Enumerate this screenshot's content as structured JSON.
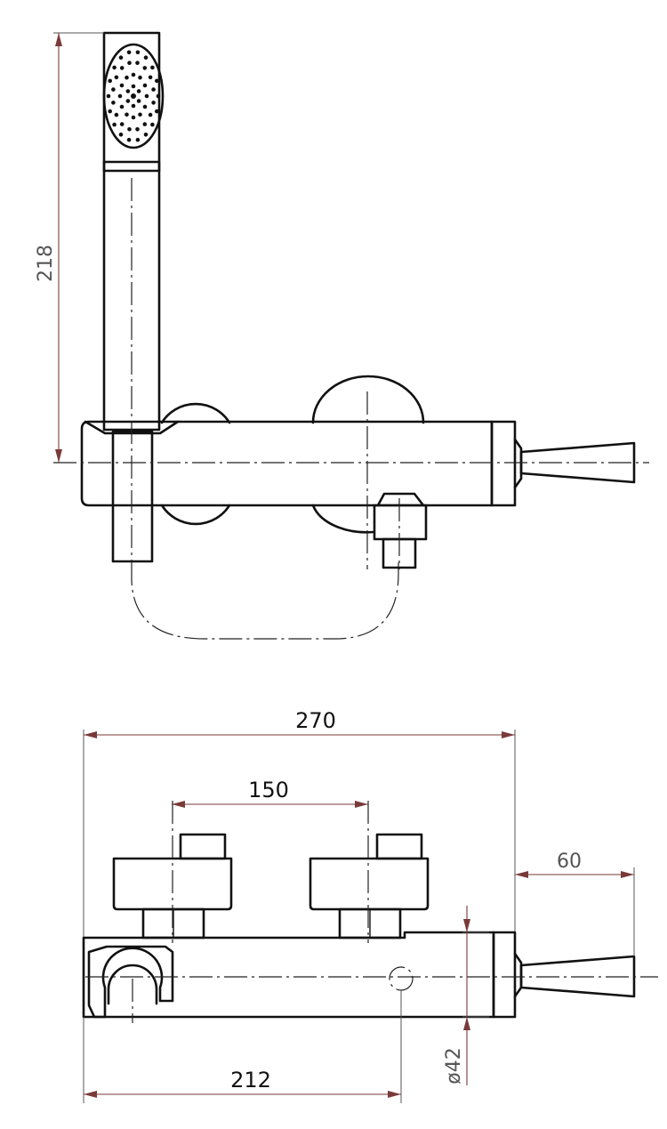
{
  "dimensions": {
    "handshower_height": "218",
    "overall_width": "270",
    "inlet_spacing": "150",
    "lever_projection": "60",
    "outlet_position": "212",
    "outlet_diameter": "ø42"
  },
  "colors": {
    "outline": "#111111",
    "dimension_line": "#7a3a3a",
    "extension_line": "#555555",
    "background": "#ffffff"
  }
}
